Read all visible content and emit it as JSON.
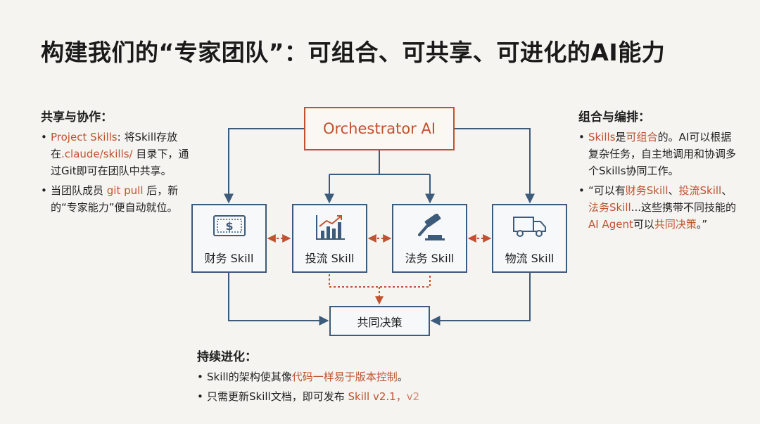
{
  "title": "构建我们的“专家团队”：可组合、可共享、可进化的AI能力",
  "left_panel": {
    "heading": "共享与协作：",
    "item1": {
      "hl": "Project Skills",
      "text1": ": 将Skill存放在",
      "path": ".claude/skills/",
      "text2": " 目录下，通过Git即可在团队中共享。"
    },
    "item2": {
      "text1": "当团队成员 ",
      "hl": "git pull",
      "text2": " 后，新的“专家能力”便自动就位。"
    }
  },
  "right_panel": {
    "heading": "组合与编排：",
    "item1": {
      "hl1": "Skills",
      "text1": "是",
      "hl2": "可组合",
      "text2": "的。AI可以根据复杂任务，自主地调用和协调多个Skills协同工作。"
    },
    "item2": {
      "text1": "“可以有",
      "hl1": "财务Skill",
      "sep1": "、",
      "hl2": "投流Skill",
      "sep2": "、",
      "hl3": "法务Skill",
      "text2": "...这些携带不同技能的",
      "hl4": "AI Agent",
      "text3": "可以",
      "hl5": "共同决策",
      "text4": "。”"
    }
  },
  "bottom_panel": {
    "heading": "持续进化：",
    "item1": {
      "text1": "Skill的架构使其像",
      "hl": "代码一样易于版本控制",
      "text2": "。"
    },
    "item2": {
      "text1": "只需更新Skill文档，即可发布 ",
      "hl": "Skill v2.1，v2"
    }
  },
  "diagram": {
    "orchestrator": "Orchestrator AI",
    "skills": [
      {
        "label": "财务 Skill",
        "icon": "money-icon"
      },
      {
        "label": "投流 Skill",
        "icon": "growth-chart-icon"
      },
      {
        "label": "法务 Skill",
        "icon": "gavel-icon"
      },
      {
        "label": "物流 Skill",
        "icon": "truck-icon"
      }
    ],
    "decision": "共同决策"
  },
  "colors": {
    "accent": "#c0522f",
    "line": "#3d5b7a",
    "background": "#f5f4f1"
  }
}
